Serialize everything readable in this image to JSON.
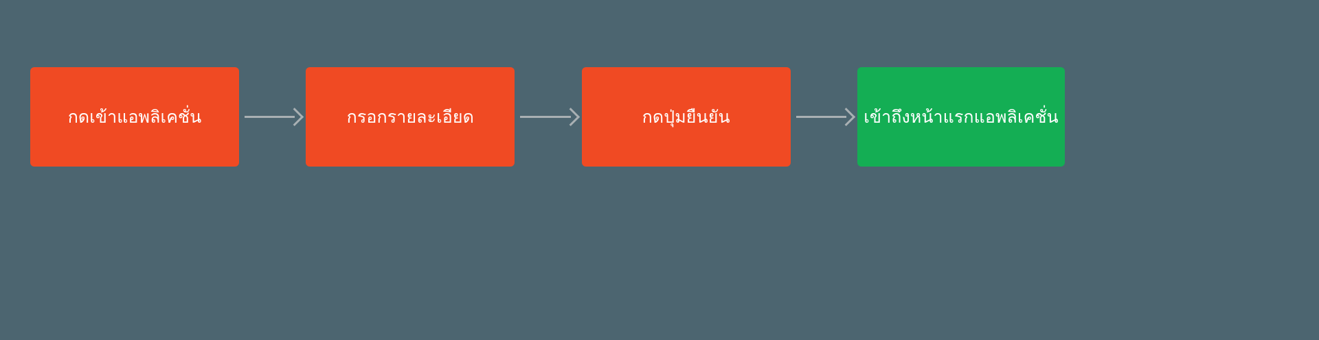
{
  "diagram": {
    "type": "flowchart",
    "orientation": "horizontal",
    "background_color": "#4c6570",
    "connector_color": "#a9b0b3",
    "label_color": "#ffffff",
    "nodes": [
      {
        "id": "step-1",
        "label": "กดเข้าแอพลิเคชั่น",
        "color": "#f04a23",
        "shape": "rounded-rectangle"
      },
      {
        "id": "step-2",
        "label": "กรอกรายละเอียด",
        "color": "#f04a23",
        "shape": "rounded-rectangle"
      },
      {
        "id": "step-3",
        "label": "กดปุ่มยืนยัน",
        "color": "#f04a23",
        "shape": "rounded-rectangle"
      },
      {
        "id": "step-4",
        "label": "เข้าถึงหน้าแรกแอพลิเคชั่น",
        "color": "#14ae54",
        "shape": "rounded-rectangle"
      }
    ],
    "connectors": [
      {
        "id": "arrow-1",
        "from": "step-1",
        "to": "step-2",
        "style": "arrow-right"
      },
      {
        "id": "arrow-2",
        "from": "step-2",
        "to": "step-3",
        "style": "arrow-right"
      },
      {
        "id": "arrow-3",
        "from": "step-3",
        "to": "step-4",
        "style": "arrow-right"
      }
    ]
  }
}
